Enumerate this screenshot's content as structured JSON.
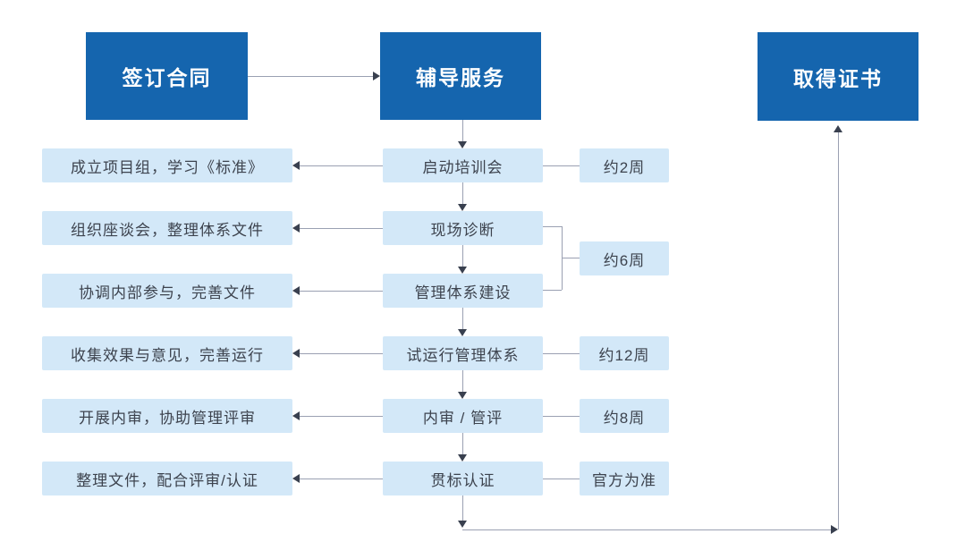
{
  "colors": {
    "primary_box_bg": "#1565ae",
    "primary_box_text": "#ffffff",
    "secondary_box_bg": "#d3e8f8",
    "secondary_box_text": "#3d434e",
    "connector_line": "#9aa0b2",
    "arrowhead": "#39404f",
    "page_bg": "#ffffff"
  },
  "flowchart": {
    "top_nodes": [
      {
        "label": "签订合同"
      },
      {
        "label": "辅导服务"
      },
      {
        "label": "取得证书"
      }
    ],
    "steps": [
      {
        "stage": "启动培训会",
        "task": "成立项目组，学习《标准》",
        "duration": "约2周"
      },
      {
        "stage": "现场诊断",
        "task": "组织座谈会，整理体系文件",
        "duration": "约6周"
      },
      {
        "stage": "管理体系建设",
        "task": "协调内部参与，完善文件"
      },
      {
        "stage": "试运行管理体系",
        "task": "收集效果与意见，完善运行",
        "duration": "约12周"
      },
      {
        "stage": "内审 / 管评",
        "task": "开展内审，协助管理评审",
        "duration": "约8周"
      },
      {
        "stage": "贯标认证",
        "task": "整理文件，配合评审/认证",
        "duration": "官方为准"
      }
    ]
  }
}
